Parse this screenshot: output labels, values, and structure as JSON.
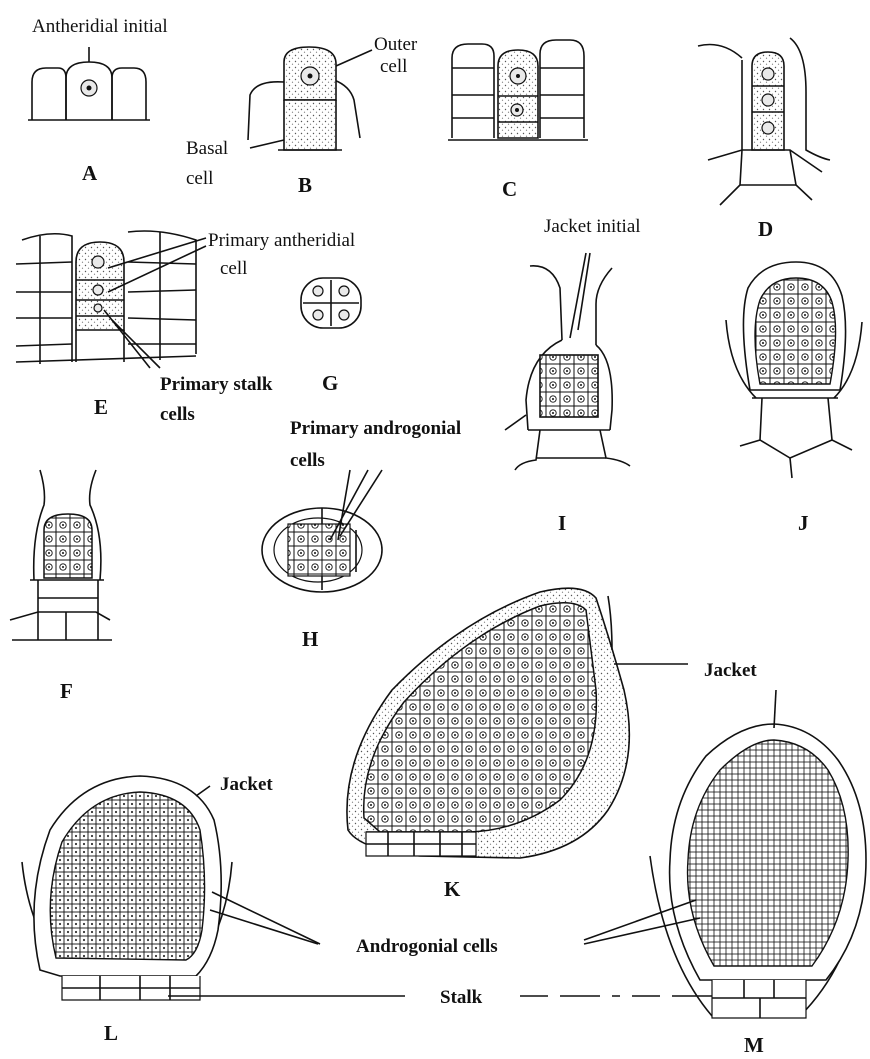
{
  "labels": {
    "antheridial_initial": "Antheridial initial",
    "outer_cell_1": "Outer",
    "outer_cell_2": "cell",
    "basal_cell_1": "Basal",
    "basal_cell_2": "cell",
    "primary_antheridial_1": "Primary antheridial",
    "primary_antheridial_2": "cell",
    "primary_stalk_1": "Primary stalk",
    "primary_stalk_2": "cells",
    "jacket_initial": "Jacket initial",
    "primary_androgonial_1": "Primary androgonial",
    "primary_androgonial_2": "cells",
    "jacket_k": "Jacket",
    "jacket_l": "Jacket",
    "androgonial_cells": "Androgonial cells",
    "stalk": "Stalk"
  },
  "letters": {
    "A": "A",
    "B": "B",
    "C": "C",
    "D": "D",
    "E": "E",
    "F": "F",
    "G": "G",
    "H": "H",
    "I": "I",
    "J": "J",
    "K": "K",
    "L": "L",
    "M": "M"
  }
}
